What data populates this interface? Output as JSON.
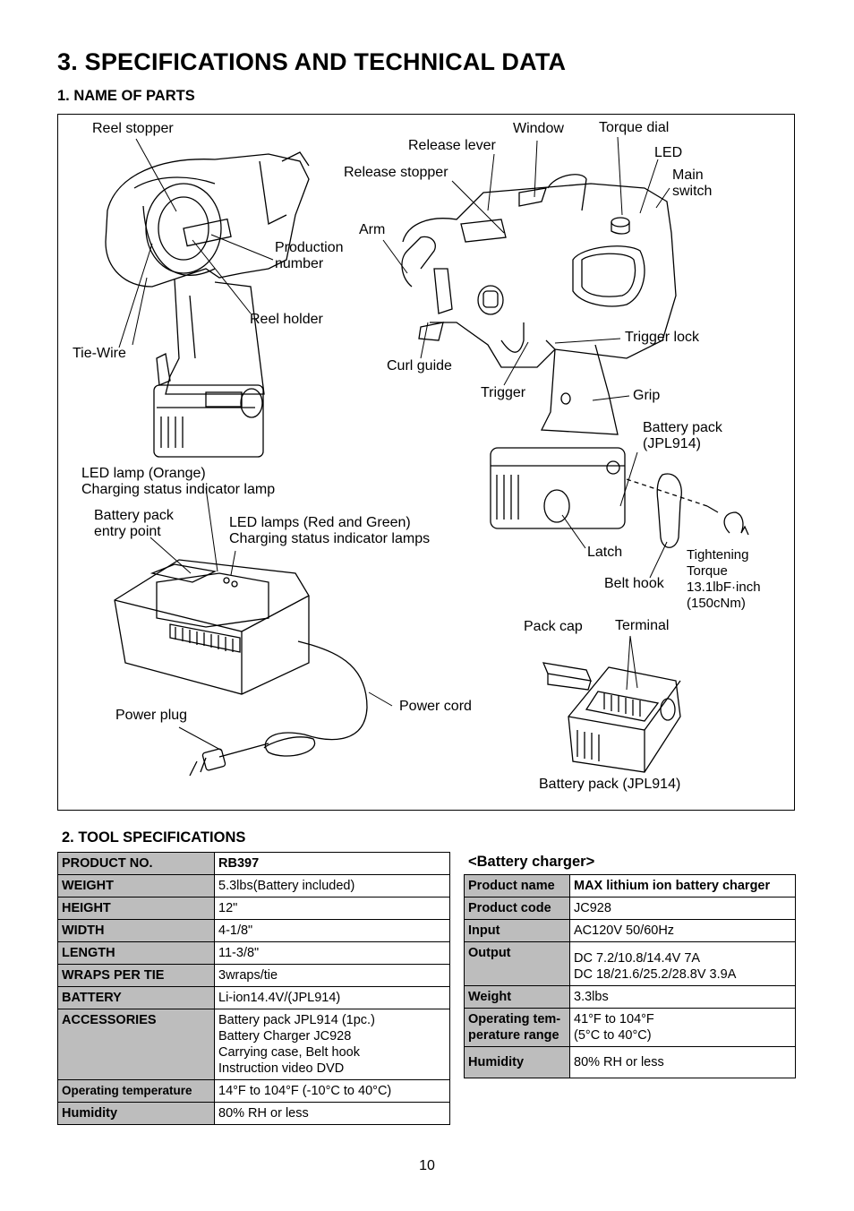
{
  "title": "3.  SPECIFICATIONS AND TECHNICAL DATA",
  "section1": "1.   NAME OF PARTS",
  "labels": {
    "reel_stopper": "Reel stopper",
    "production_number": "Production\nnumber",
    "reel_holder": "Reel holder",
    "tie_wire": "Tie-Wire",
    "release_lever": "Release lever",
    "window": "Window",
    "torque_dial": "Torque dial",
    "led": "LED",
    "main_switch": "Main\nswitch",
    "release_stopper": "Release stopper",
    "arm": "Arm",
    "curl_guide": "Curl guide",
    "trigger": "Trigger",
    "trigger_lock": "Trigger lock",
    "grip": "Grip",
    "battery_pack_jpl914_a": "Battery pack\n(JPL914)",
    "led_lamp_orange": "LED lamp (Orange)\nCharging status indicator lamp",
    "battery_pack_entry": "Battery pack\nentry point",
    "led_lamps_rg": "LED lamps (Red and Green)\nCharging status indicator lamps",
    "latch": "Latch",
    "tightening_torque": "Tightening\nTorque\n13.1lbF·inch\n(150cNm)",
    "belt_hook": "Belt hook",
    "pack_cap": "Pack cap",
    "terminal": "Terminal",
    "power_cord": "Power cord",
    "power_plug": "Power plug",
    "battery_pack_jpl914_b": "Battery pack (JPL914)"
  },
  "section2": "2.   TOOL SPECIFICATIONS",
  "tool_specs": [
    {
      "key": "PRODUCT NO.",
      "value": "RB397"
    },
    {
      "key": "WEIGHT",
      "value": "5.3lbs(Battery included)"
    },
    {
      "key": "HEIGHT",
      "value": "12\""
    },
    {
      "key": "WIDTH",
      "value": "4-1/8\""
    },
    {
      "key": "LENGTH",
      "value": "11-3/8\""
    },
    {
      "key": "WRAPS PER TIE",
      "value": "3wraps/tie"
    },
    {
      "key": "BATTERY",
      "value": "Li-ion14.4V/(JPL914)"
    },
    {
      "key": "ACCESSORIES",
      "value": "Battery pack JPL914 (1pc.)\nBattery Charger JC928\nCarrying case, Belt hook\nInstruction video DVD"
    },
    {
      "key": "Operating temperature",
      "value": "14°F to 104°F (-10°C to 40°C)"
    },
    {
      "key": "Humidity",
      "value": "80% RH or less"
    }
  ],
  "charger_title": "<Battery charger>",
  "charger_specs": [
    {
      "key": "Product name",
      "value": "MAX lithium ion battery charger"
    },
    {
      "key": "Product code",
      "value": "JC928"
    },
    {
      "key": "Input",
      "value": "AC120V 50/60Hz"
    },
    {
      "key": "Output",
      "value": "DC 7.2/10.8/14.4V 7A\nDC 18/21.6/25.2/28.8V 3.9A"
    },
    {
      "key": "Weight",
      "value": "3.3lbs"
    },
    {
      "key": "Operating tem-\nperature range",
      "value": "41°F to 104°F\n(5°C to 40°C)"
    },
    {
      "key": "Humidity",
      "value": "80% RH or less"
    }
  ],
  "page_number": "10"
}
